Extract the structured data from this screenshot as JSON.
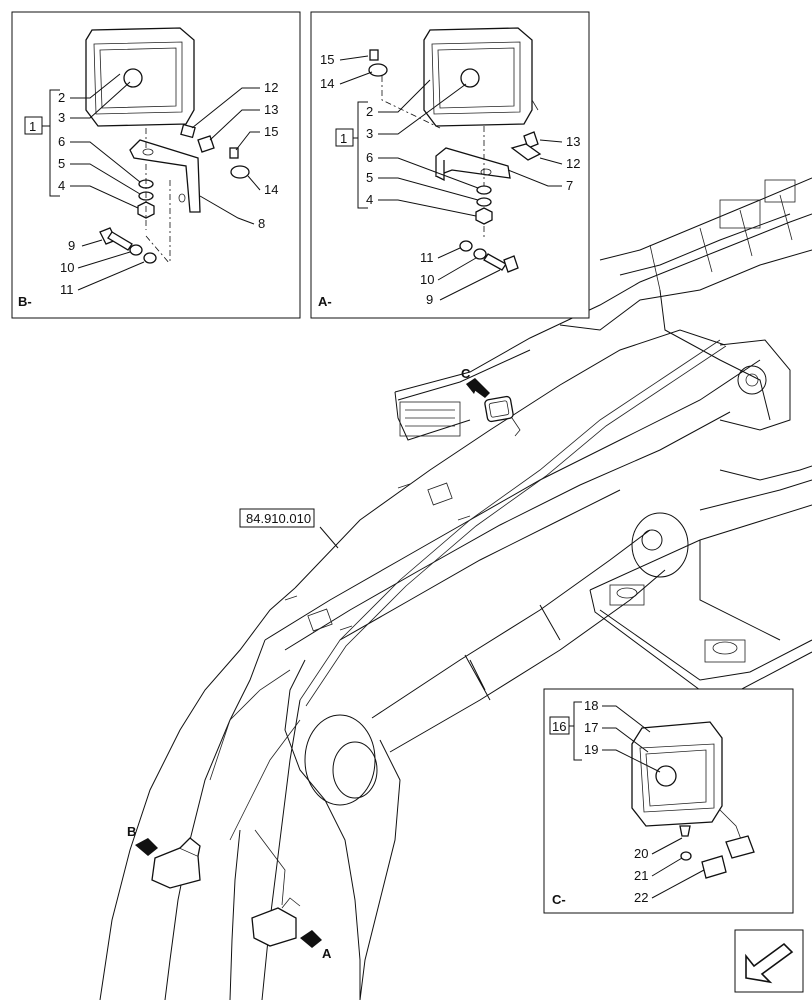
{
  "panels": {
    "b": {
      "caption": "B-",
      "group": "1",
      "callouts": [
        "2",
        "3",
        "6",
        "5",
        "4",
        "9",
        "10",
        "11",
        "12",
        "13",
        "15",
        "14",
        "8"
      ]
    },
    "a": {
      "caption": "A-",
      "group": "1",
      "callouts": [
        "15",
        "14",
        "2",
        "3",
        "6",
        "5",
        "4",
        "11",
        "10",
        "9",
        "13",
        "12",
        "7"
      ]
    },
    "c": {
      "caption": "C-",
      "group": "16",
      "callouts": [
        "18",
        "17",
        "19",
        "20",
        "21",
        "22"
      ]
    }
  },
  "main": {
    "reference": "84.910.010",
    "arrow_b": "B",
    "arrow_a": "A",
    "arrow_c": "C"
  }
}
